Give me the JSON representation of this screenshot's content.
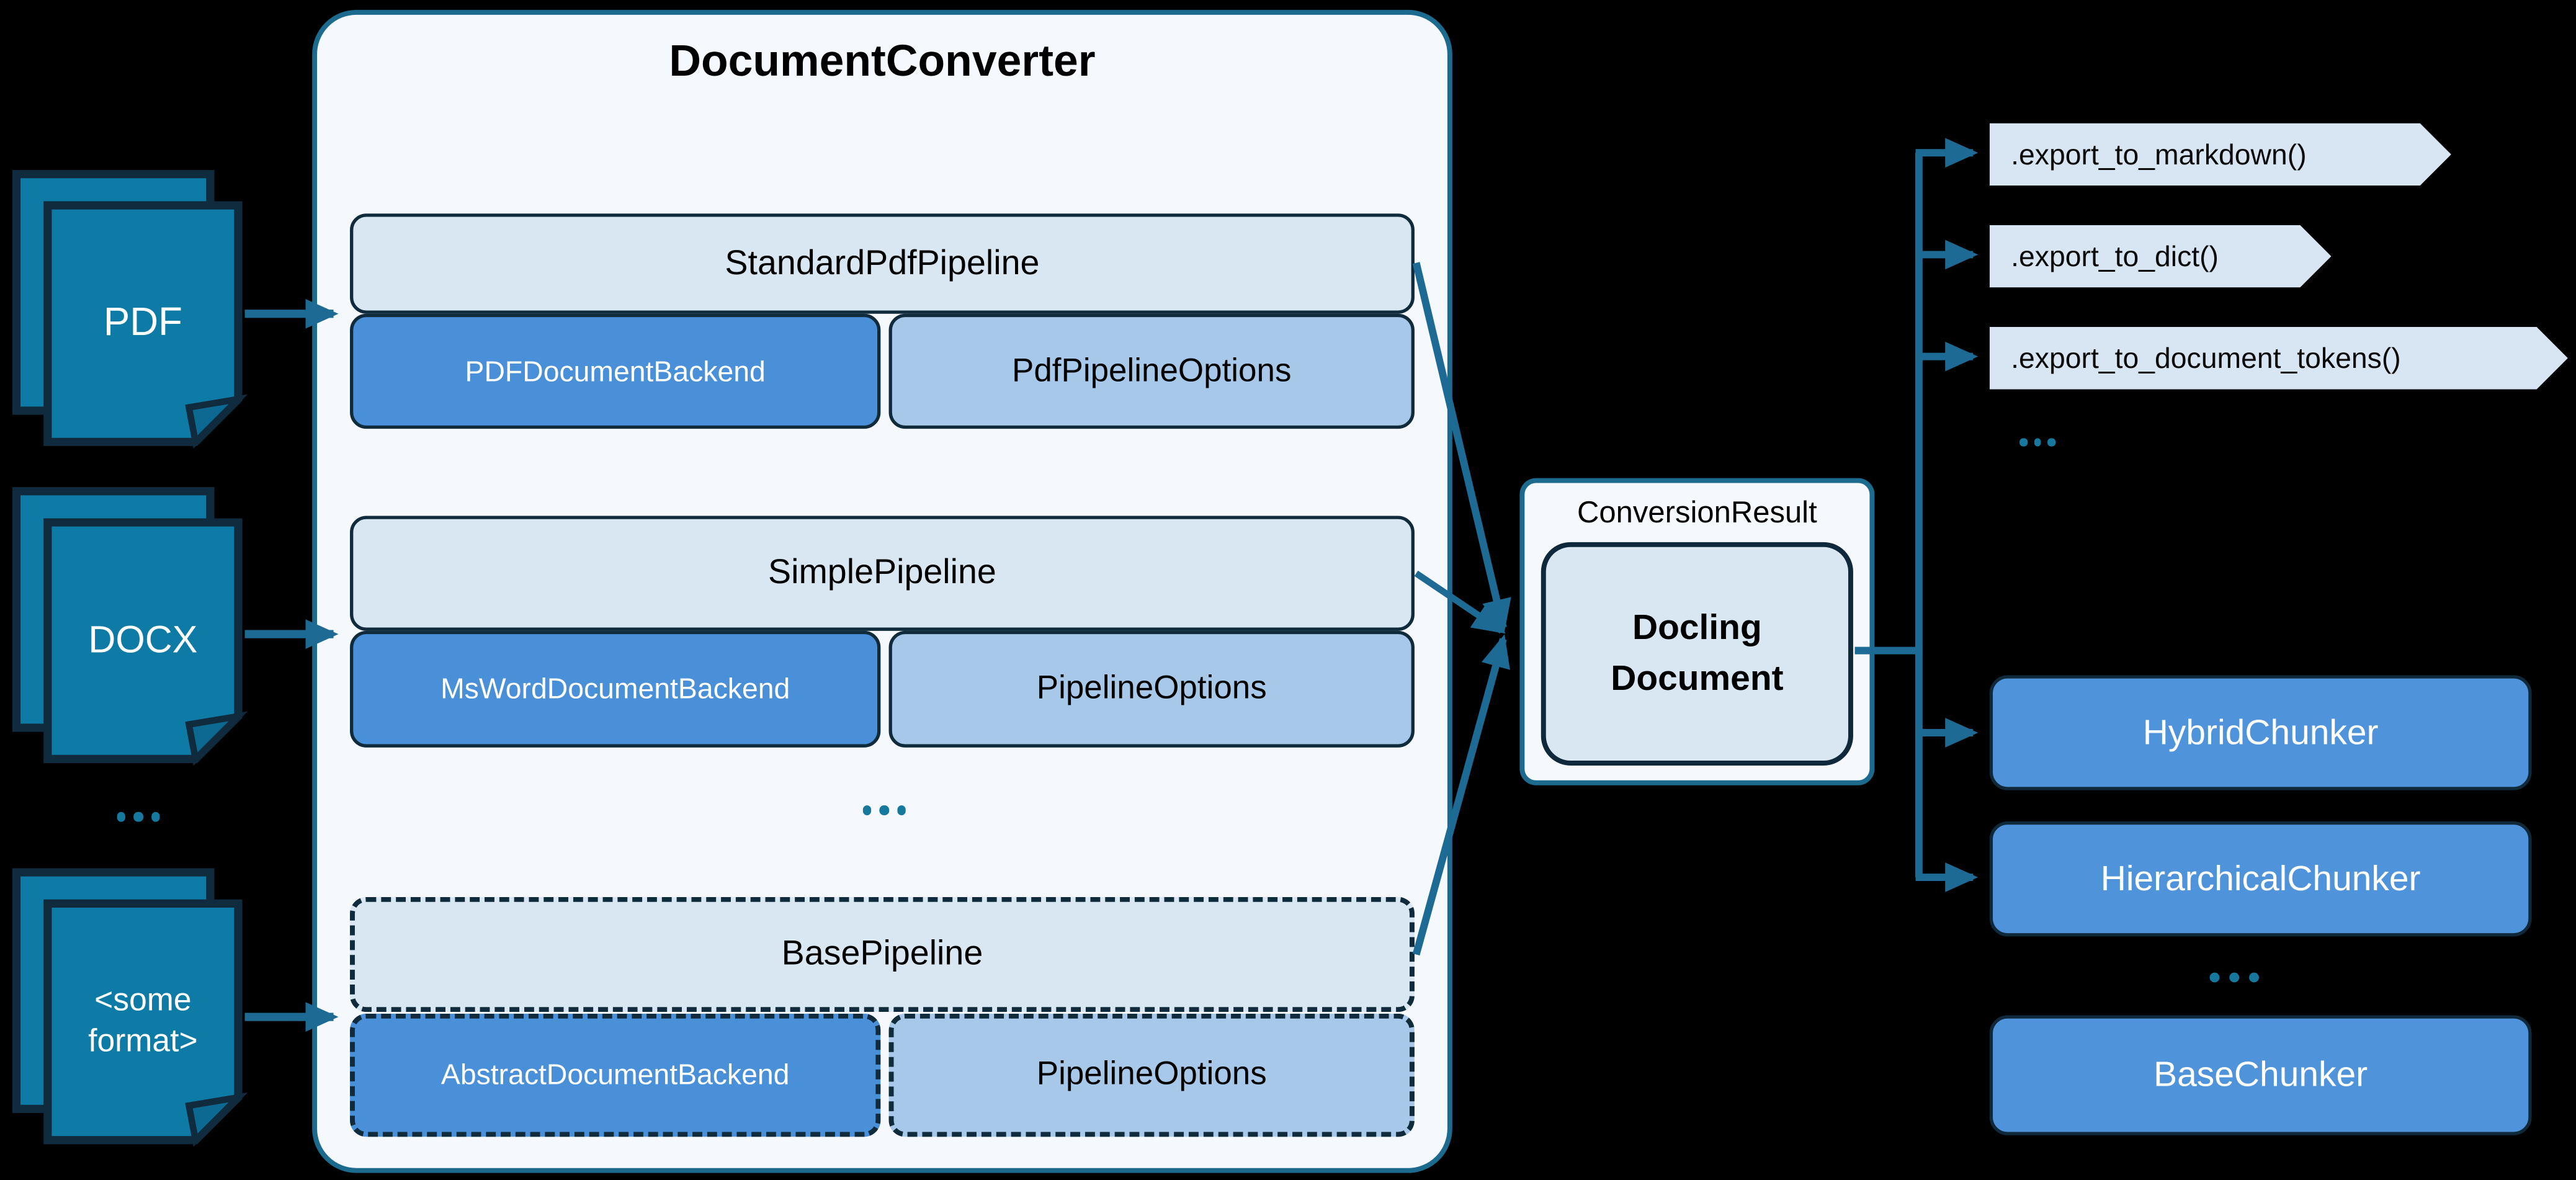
{
  "colors": {
    "background": "#000000",
    "panel_fill": "#f5f8fd",
    "panel_border_teal": "#1c6a8e",
    "light_blue_fill": "#d9e7f3",
    "mid_blue_fill": "#a7c8e8",
    "strong_blue_fill": "#4a90d9",
    "chunker_blue_fill": "#4f93da",
    "tag_fill": "#d8e6f4",
    "doc_icon_fill": "#0e7ba6",
    "dark_border": "#0f2b3d",
    "arrow": "#1d6b94"
  },
  "sources": {
    "pdf": {
      "label": "PDF"
    },
    "docx": {
      "label": "DOCX"
    },
    "ellipsis": "...",
    "other": {
      "line1": "<some",
      "line2": "format>"
    }
  },
  "converter": {
    "title": "DocumentConverter",
    "pipelines": [
      {
        "name": "StandardPdfPipeline",
        "backend": "PDFDocumentBackend",
        "options": "PdfPipelineOptions"
      },
      {
        "name": "SimplePipeline",
        "backend": "MsWordDocumentBackend",
        "options": "PipelineOptions"
      },
      {
        "name": "BasePipeline",
        "backend": "AbstractDocumentBackend",
        "options": "PipelineOptions"
      }
    ],
    "ellipsis": "..."
  },
  "result": {
    "label": "ConversionResult",
    "document_line1": "Docling",
    "document_line2": "Document"
  },
  "exports": {
    "items": [
      ".export_to_markdown()",
      ".export_to_dict()",
      ".export_to_document_tokens()"
    ],
    "ellipsis": "..."
  },
  "chunkers": {
    "items": [
      "HybridChunker",
      "HierarchicalChunker"
    ],
    "ellipsis": "...",
    "base": "BaseChunker"
  }
}
